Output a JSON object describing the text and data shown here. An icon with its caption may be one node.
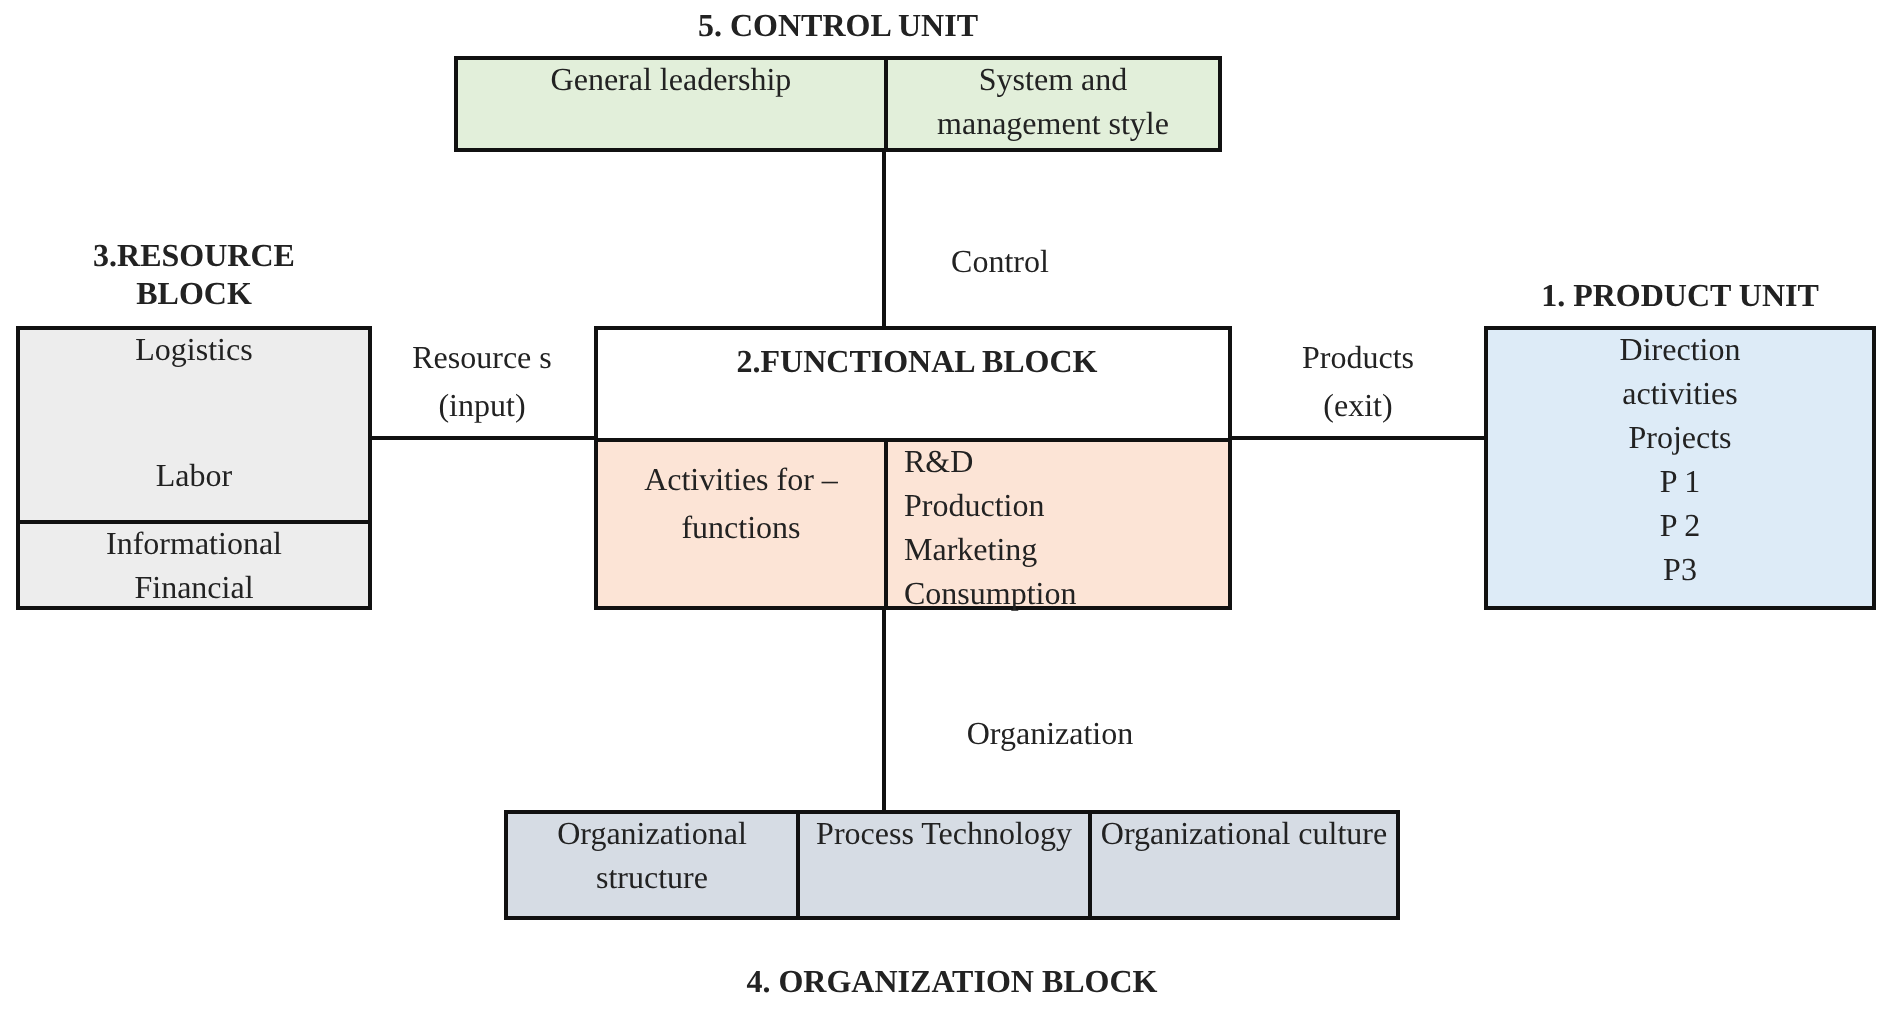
{
  "diagram": {
    "nodes": [
      {
        "text": [
          "5. CONTROL UNIT"
        ]
      },
      {
        "text": [
          "General leadership"
        ],
        "in": 0
      },
      {
        "text": [
          "System and management style"
        ],
        "in": 0
      },
      {
        "text": [
          "3.RESOURCE BLOCK"
        ]
      },
      {
        "text": [
          "Logistics",
          "Labor"
        ],
        "in": 3
      },
      {
        "text": [
          "Informational",
          "Financial"
        ],
        "in": 3
      },
      {
        "text": [
          "2.FUNCTIONAL BLOCK"
        ]
      },
      {
        "text": [
          "Activities for – functions"
        ],
        "in": 6
      },
      {
        "text": [
          "R&D",
          "Production",
          "Marketing",
          "Consumption"
        ],
        "in": 6
      },
      {
        "text": [
          "1. PRODUCT UNIT",
          "Direction activities",
          "Projects",
          "P 1",
          "P 2",
          "P3"
        ]
      },
      {
        "text": [
          "4. ORGANIZATION BLOCK"
        ]
      },
      {
        "text": [
          "Organizational structure"
        ],
        "in": 10
      },
      {
        "text": [
          "Process Technology"
        ],
        "in": 10
      },
      {
        "text": [
          "Organizational culture"
        ],
        "in": 10
      }
    ],
    "edges": [
      {
        "from": 0,
        "to": 6,
        "arrow": "none",
        "label": "Control"
      },
      {
        "from": 3,
        "to": 6,
        "arrow": "none",
        "label": "Resource s (input)"
      },
      {
        "from": 6,
        "to": 9,
        "arrow": "none",
        "label": "Products (exit)"
      },
      {
        "from": 6,
        "to": 10,
        "arrow": "none",
        "label": "Organization"
      }
    ]
  }
}
